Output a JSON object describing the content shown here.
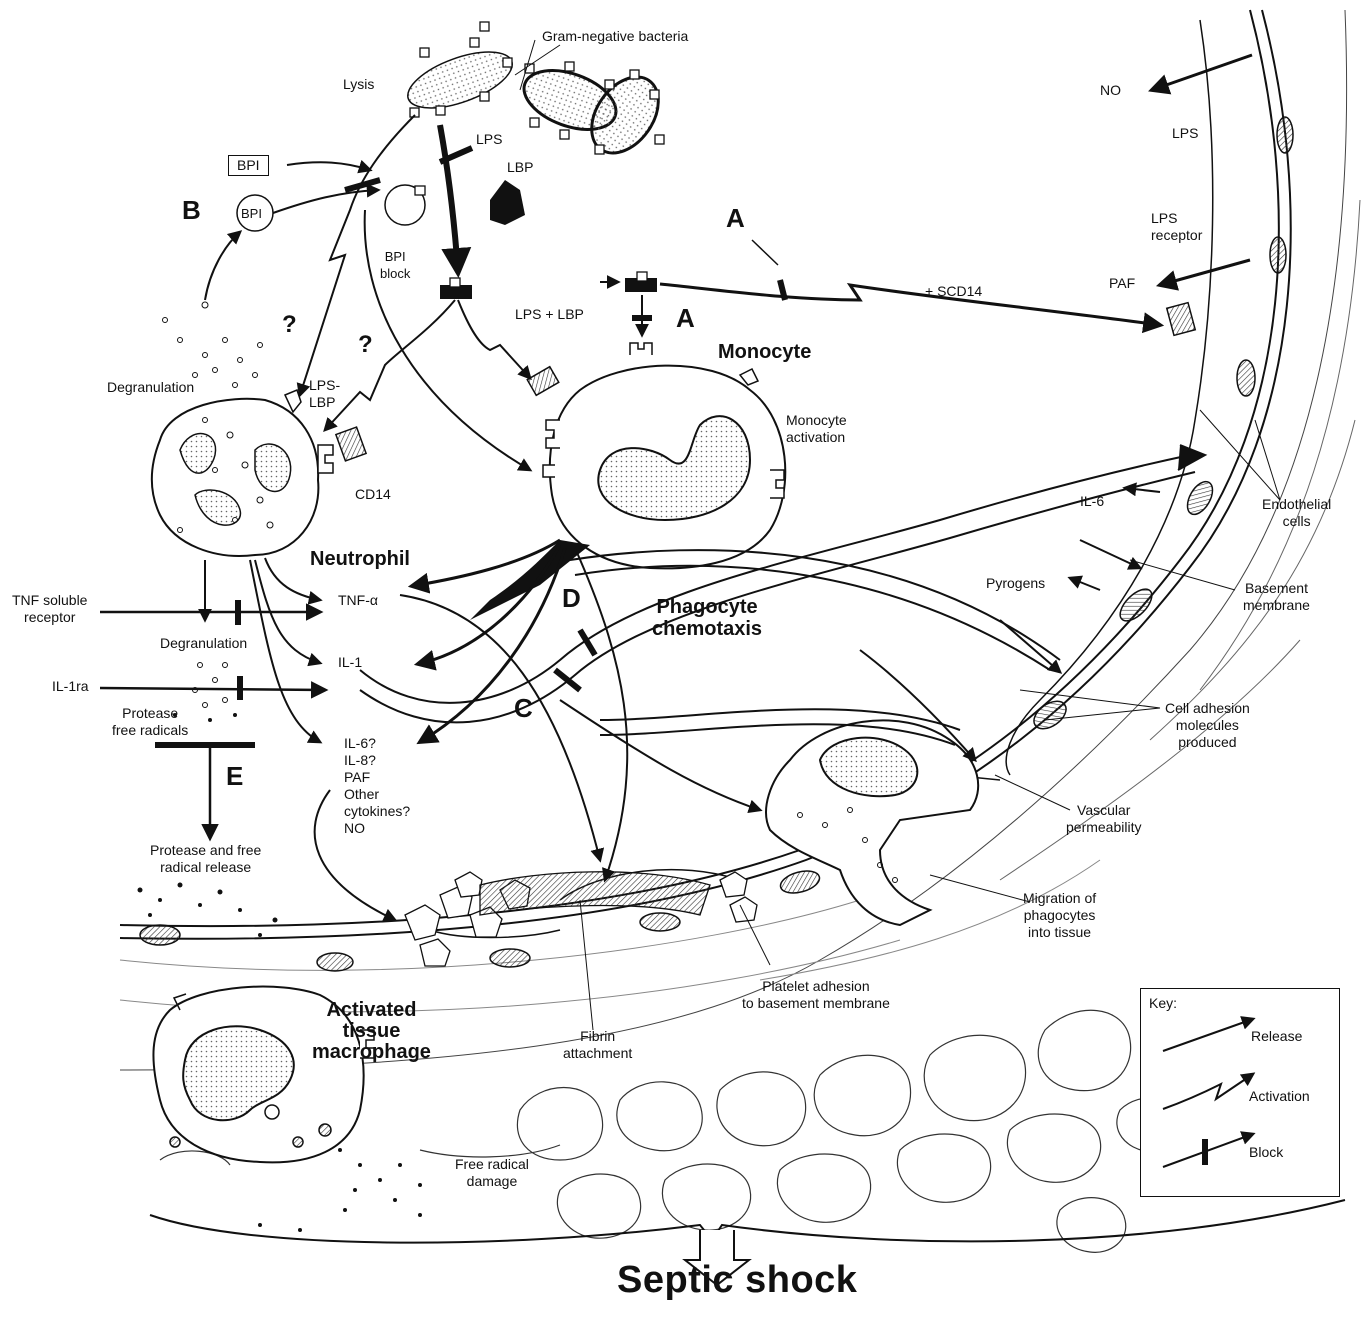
{
  "labels": {
    "gram_negative": "Gram-negative bacteria",
    "lysis": "Lysis",
    "lps_top": "LPS",
    "lbp": "LBP",
    "bpi_box": "BPI",
    "bpi_circle": "BPI",
    "bpi_block": "BPI\nblock",
    "lps_plus_lbp": "LPS + LBP",
    "lps_lbp": "LPS-\nLBP",
    "cd14": "CD14",
    "degranulation_top": "Degranulation",
    "degranulation_mid": "Degranulation",
    "monocyte": "Monocyte",
    "monocyte_activation": "Monocyte\nactivation",
    "neutrophil": "Neutrophil",
    "tnf_soluble": "TNF soluble\nreceptor",
    "il1ra": "IL-1ra",
    "protease": "Protease\nfree radicals",
    "tnf_alpha": "TNF-α",
    "il1": "IL-1",
    "il6_list": "IL-6?\nIL-8?\nPAF\nOther\ncytokines?\nNO",
    "phagocyte_chemotaxis": "Phagocyte\nchemotaxis",
    "protease_release": "Protease and free\nradical release",
    "activated_macrophage": "Activated\ntissue\nmacrophage",
    "fibrin": "Fibrin\nattachment",
    "platelet": "Platelet adhesion\nto basement membrane",
    "migration": "Migration of\nphagocytes\ninto tissue",
    "vascular": "Vascular\npermeability",
    "cell_adhesion": "Cell adhesion\nmolecules\nproduced",
    "free_radical_damage": "Free radical\ndamage",
    "no": "NO",
    "lps_right": "LPS",
    "lps_receptor": "LPS\nreceptor",
    "paf": "PAF",
    "scd14": "+ SCD14",
    "il6": "IL-6",
    "pyrogens": "Pyrogens",
    "endothelial": "Endothelial\ncells",
    "basement": "Basement\nmembrane",
    "septic_shock": "Septic shock"
  },
  "letters": {
    "a_top": "A",
    "a_mid": "A",
    "b": "B",
    "c": "C",
    "d": "D",
    "e": "E",
    "q1": "?",
    "q2": "?"
  },
  "key": {
    "title": "Key:",
    "release": "Release",
    "activation": "Activation",
    "block": "Block"
  },
  "colors": {
    "ink": "#111111",
    "stipple": "#777777",
    "background": "#ffffff"
  }
}
